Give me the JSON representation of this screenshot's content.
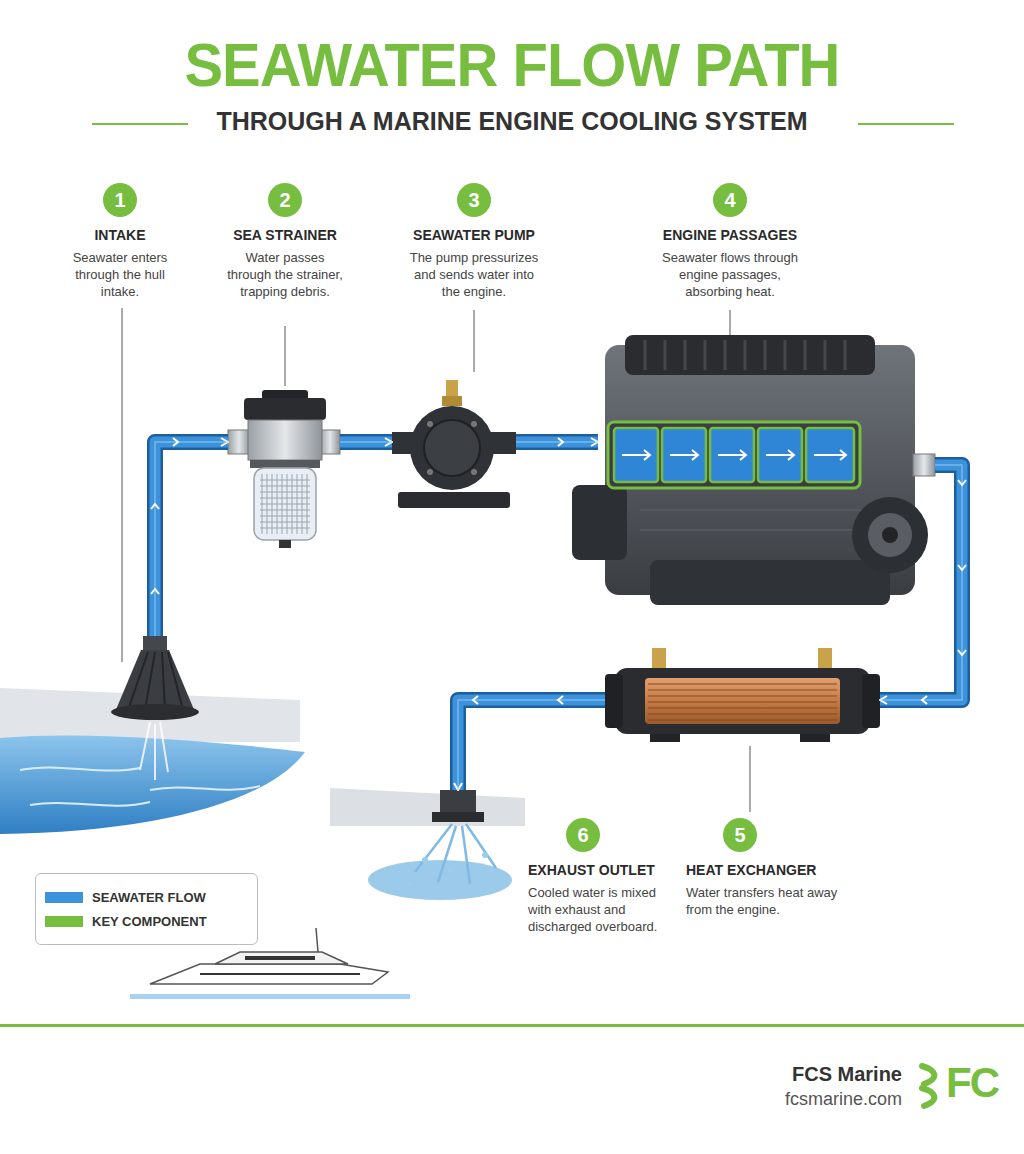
{
  "diagram": {
    "title": "SEAWATER FLOW PATH",
    "nodes": [
      {
        "text": [
          "1",
          "INTAKE",
          "Seawater enters through the hull intake."
        ]
      },
      {
        "text": [
          "2",
          "SEA STRAINER",
          "Water passes through the strainer, trapping debris."
        ]
      },
      {
        "text": [
          "3",
          "SEAWATER PUMP",
          "The pump pressurizes and sends water into the engine."
        ]
      },
      {
        "text": [
          "4",
          "ENGINE PASSAGES",
          "Seawater flows through engine passages, absorbing heat."
        ]
      },
      {
        "text": [
          "5",
          "HEAT EXCHANGER",
          "Water transfers heat away from the engine."
        ]
      },
      {
        "text": [
          "6",
          "EXHAUST OUTLET",
          "Cooled water is mixed with exhaust and discharged overboard."
        ]
      }
    ],
    "edges": [
      {
        "from": 0,
        "to": 1,
        "arrow": "to"
      },
      {
        "from": 1,
        "to": 2,
        "arrow": "to"
      },
      {
        "from": 2,
        "to": 3,
        "arrow": "to"
      },
      {
        "from": 3,
        "to": 4,
        "arrow": "to"
      },
      {
        "from": 4,
        "to": 5,
        "arrow": "to"
      }
    ],
    "labels": [
      "THROUGH A MARINE ENGINE COOLING SYSTEM",
      "FCS Marine",
      "fcsmarine.com",
      "FC"
    ],
    "legend": [
      {
        "text": "SEAWATER FLOW",
        "color": "#3d92dc"
      },
      {
        "text": "KEY COMPONENT",
        "color": "#77bd3f"
      }
    ]
  }
}
